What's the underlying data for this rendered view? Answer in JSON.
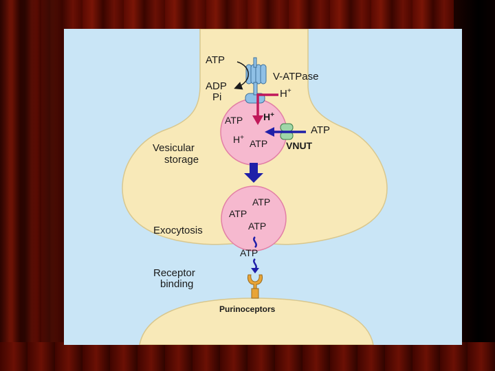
{
  "diagram": {
    "labels": {
      "atp_top": "ATP",
      "adp": "ADP",
      "pi": "Pi",
      "v_atpase": "V-ATPase",
      "h_plus_top": "H",
      "h_plus_in": "H",
      "h_plus_left": "H",
      "atp_vesicle1_left": "ATP",
      "atp_vesicle1_bottom": "ATP",
      "atp_vnut": "ATP",
      "vnut": "VNUT",
      "vesicular_storage_1": "Vesicular",
      "vesicular_storage_2": "storage",
      "atp_vesicle2_top": "ATP",
      "atp_vesicle2_left": "ATP",
      "atp_vesicle2_bottom": "ATP",
      "exocytosis": "Exocytosis",
      "atp_released": "ATP",
      "receptor_binding_1": "Receptor",
      "receptor_binding_2": "binding",
      "purinoceptors": "Purinoceptors",
      "plus": "+"
    },
    "colors": {
      "background": "#c9e5f6",
      "terminal": "#f8e9b8",
      "terminal_stroke": "#d8c78e",
      "vesicle": "#f6b9cf",
      "vesicle_stroke": "#e27fa5",
      "v_atpase": "#8fc0e6",
      "h_arrow": "#c0185a",
      "blue_arrow": "#1f1fa8",
      "vnut": "#9fd6a8",
      "receptor": "#e8a437"
    }
  }
}
